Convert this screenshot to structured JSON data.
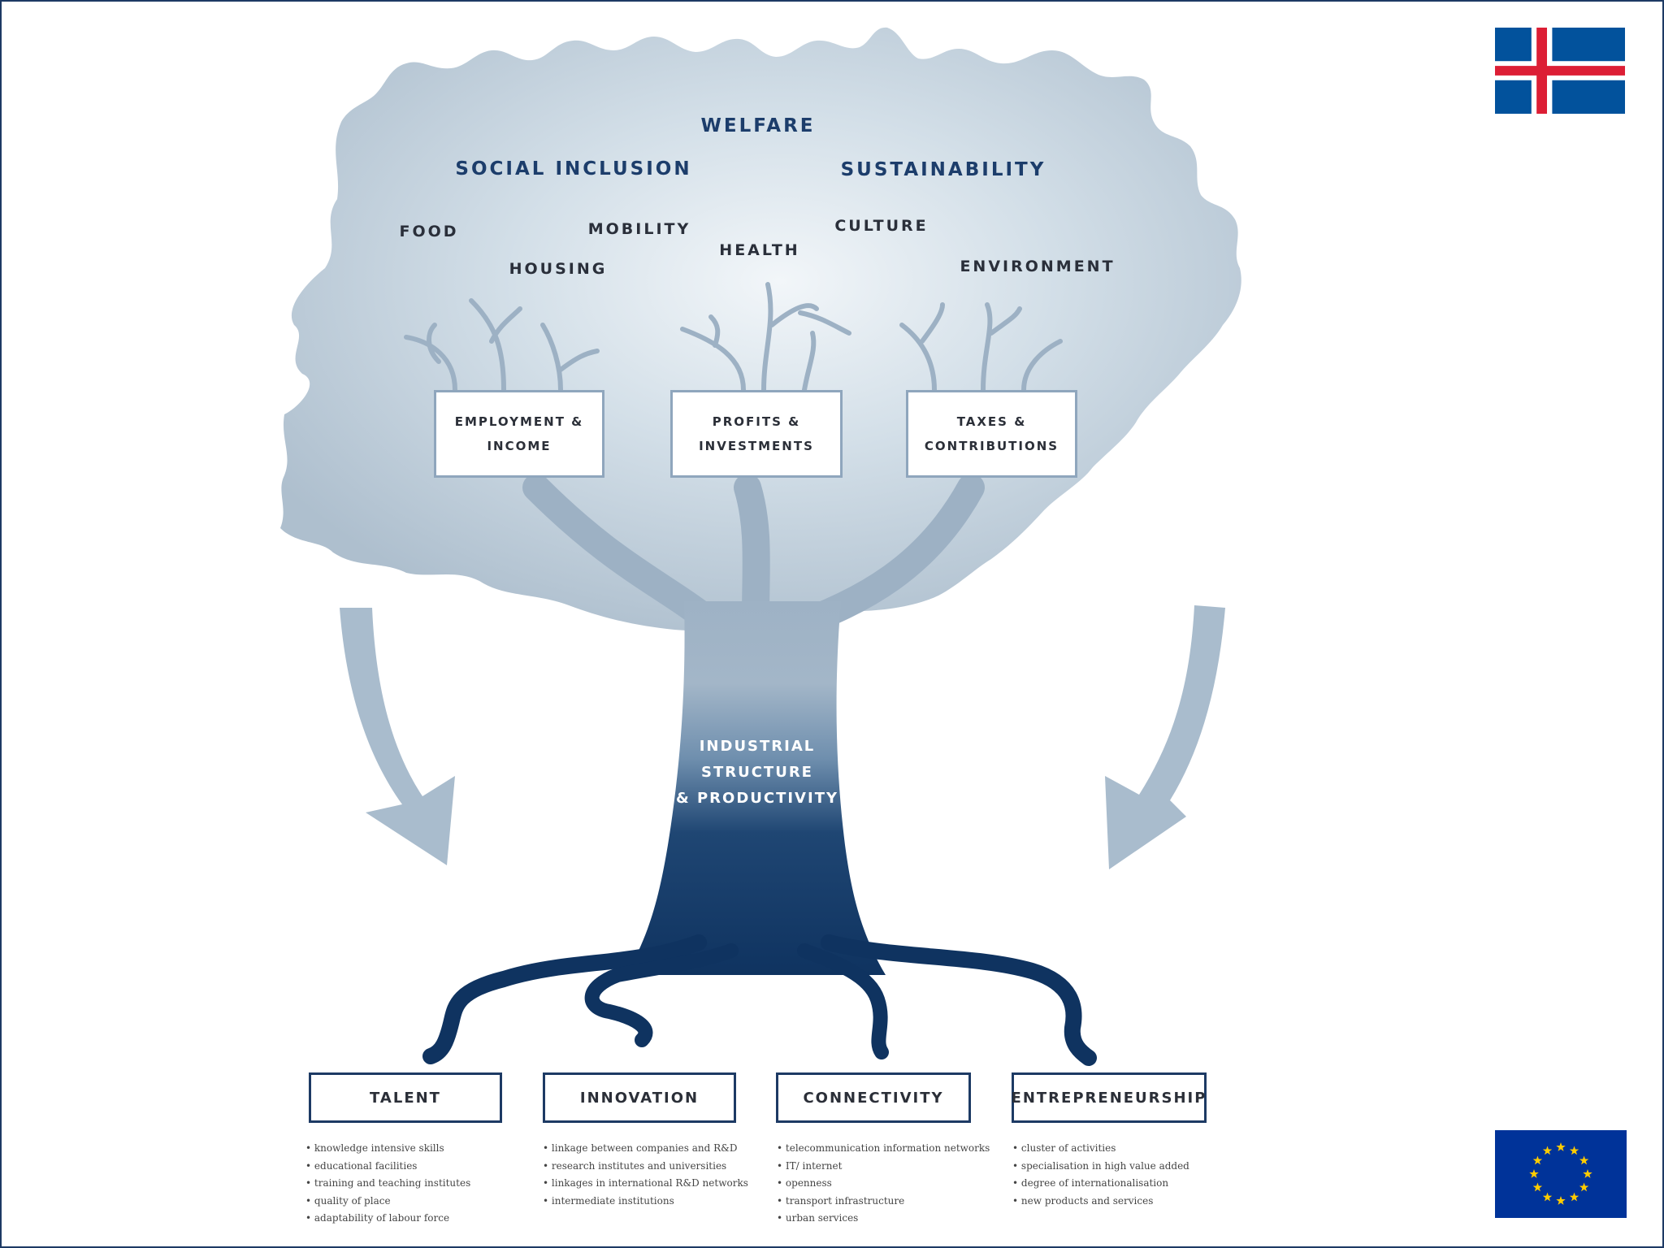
{
  "crown": {
    "welfare": "WELFARE",
    "social_inclusion": "SOCIAL INCLUSION",
    "sustainability": "SUSTAINABILITY",
    "food": "FOOD",
    "mobility": "MOBILITY",
    "culture": "CULTURE",
    "housing": "HOUSING",
    "health": "HEALTH",
    "environment": "ENVIRONMENT"
  },
  "outputs": [
    {
      "line1": "EMPLOYMENT &",
      "line2": "INCOME"
    },
    {
      "line1": "PROFITS &",
      "line2": "INVESTMENTS"
    },
    {
      "line1": "TAXES &",
      "line2": "CONTRIBUTIONS"
    }
  ],
  "trunk": {
    "line1": "INDUSTRIAL",
    "line2": "STRUCTURE",
    "line3": "& PRODUCTIVITY"
  },
  "roots": [
    {
      "label": "TALENT",
      "items": [
        "knowledge intensive skills",
        "educational facilities",
        "training and teaching institutes",
        "quality of place",
        "adaptability of labour force"
      ]
    },
    {
      "label": "INNOVATION",
      "items": [
        "linkage between companies and R&D",
        "research institutes and universities",
        "linkages in international R&D networks",
        "intermediate institutions"
      ]
    },
    {
      "label": "CONNECTIVITY",
      "items": [
        "telecommunication information networks",
        "IT/ internet",
        "openness",
        "transport infrastructure",
        "urban services"
      ]
    },
    {
      "label": "ENTREPRENEURSHIP",
      "items": [
        "cluster of activities",
        "specialisation in high value added",
        "degree of internationalisation",
        "new products and services"
      ]
    }
  ],
  "colors": {
    "crown_light": "#eef3f7",
    "crown_mid": "#b7c8d6",
    "branch": "#9db1c4",
    "trunk_dark": "#0f3360",
    "navy": "#1c3d6b",
    "iceland_blue": "#02529c",
    "iceland_red": "#dc1e35",
    "eu_blue": "#003399",
    "eu_gold": "#ffcc00"
  },
  "logos": {
    "top_right": "iceland-flag",
    "bottom_right": "eu-flag"
  }
}
